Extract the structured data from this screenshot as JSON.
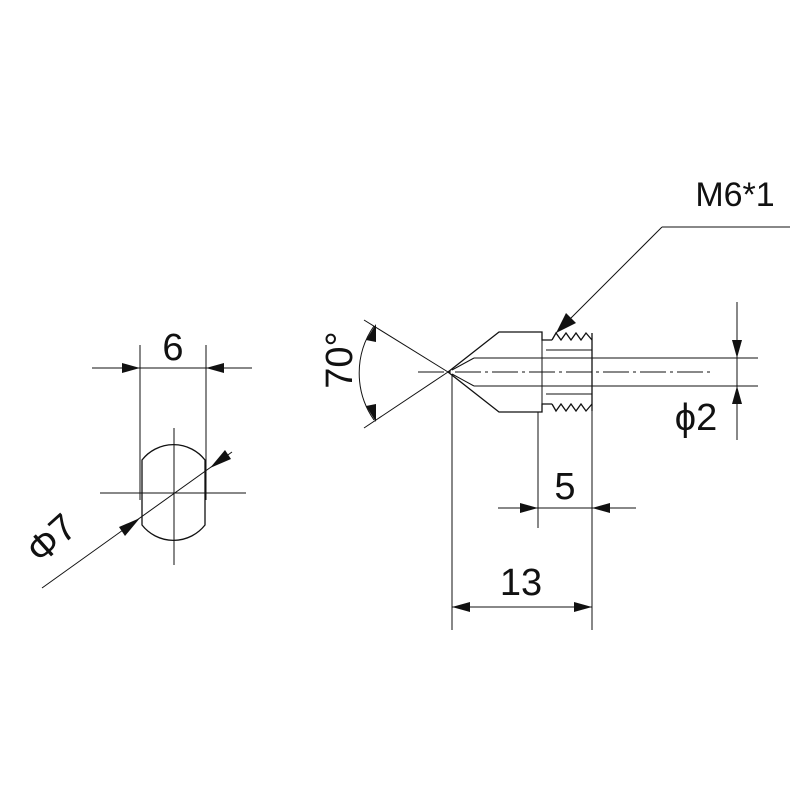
{
  "diagram": {
    "type": "technical-drawing",
    "subject": "threaded nozzle",
    "dimensions": {
      "flat_width": "6",
      "diameter_outer": "Φ7",
      "cone_angle": "70°",
      "thread_spec": "M6*1",
      "bore_diameter": "ϕ2",
      "thread_length": "5",
      "total_length": "13"
    }
  }
}
